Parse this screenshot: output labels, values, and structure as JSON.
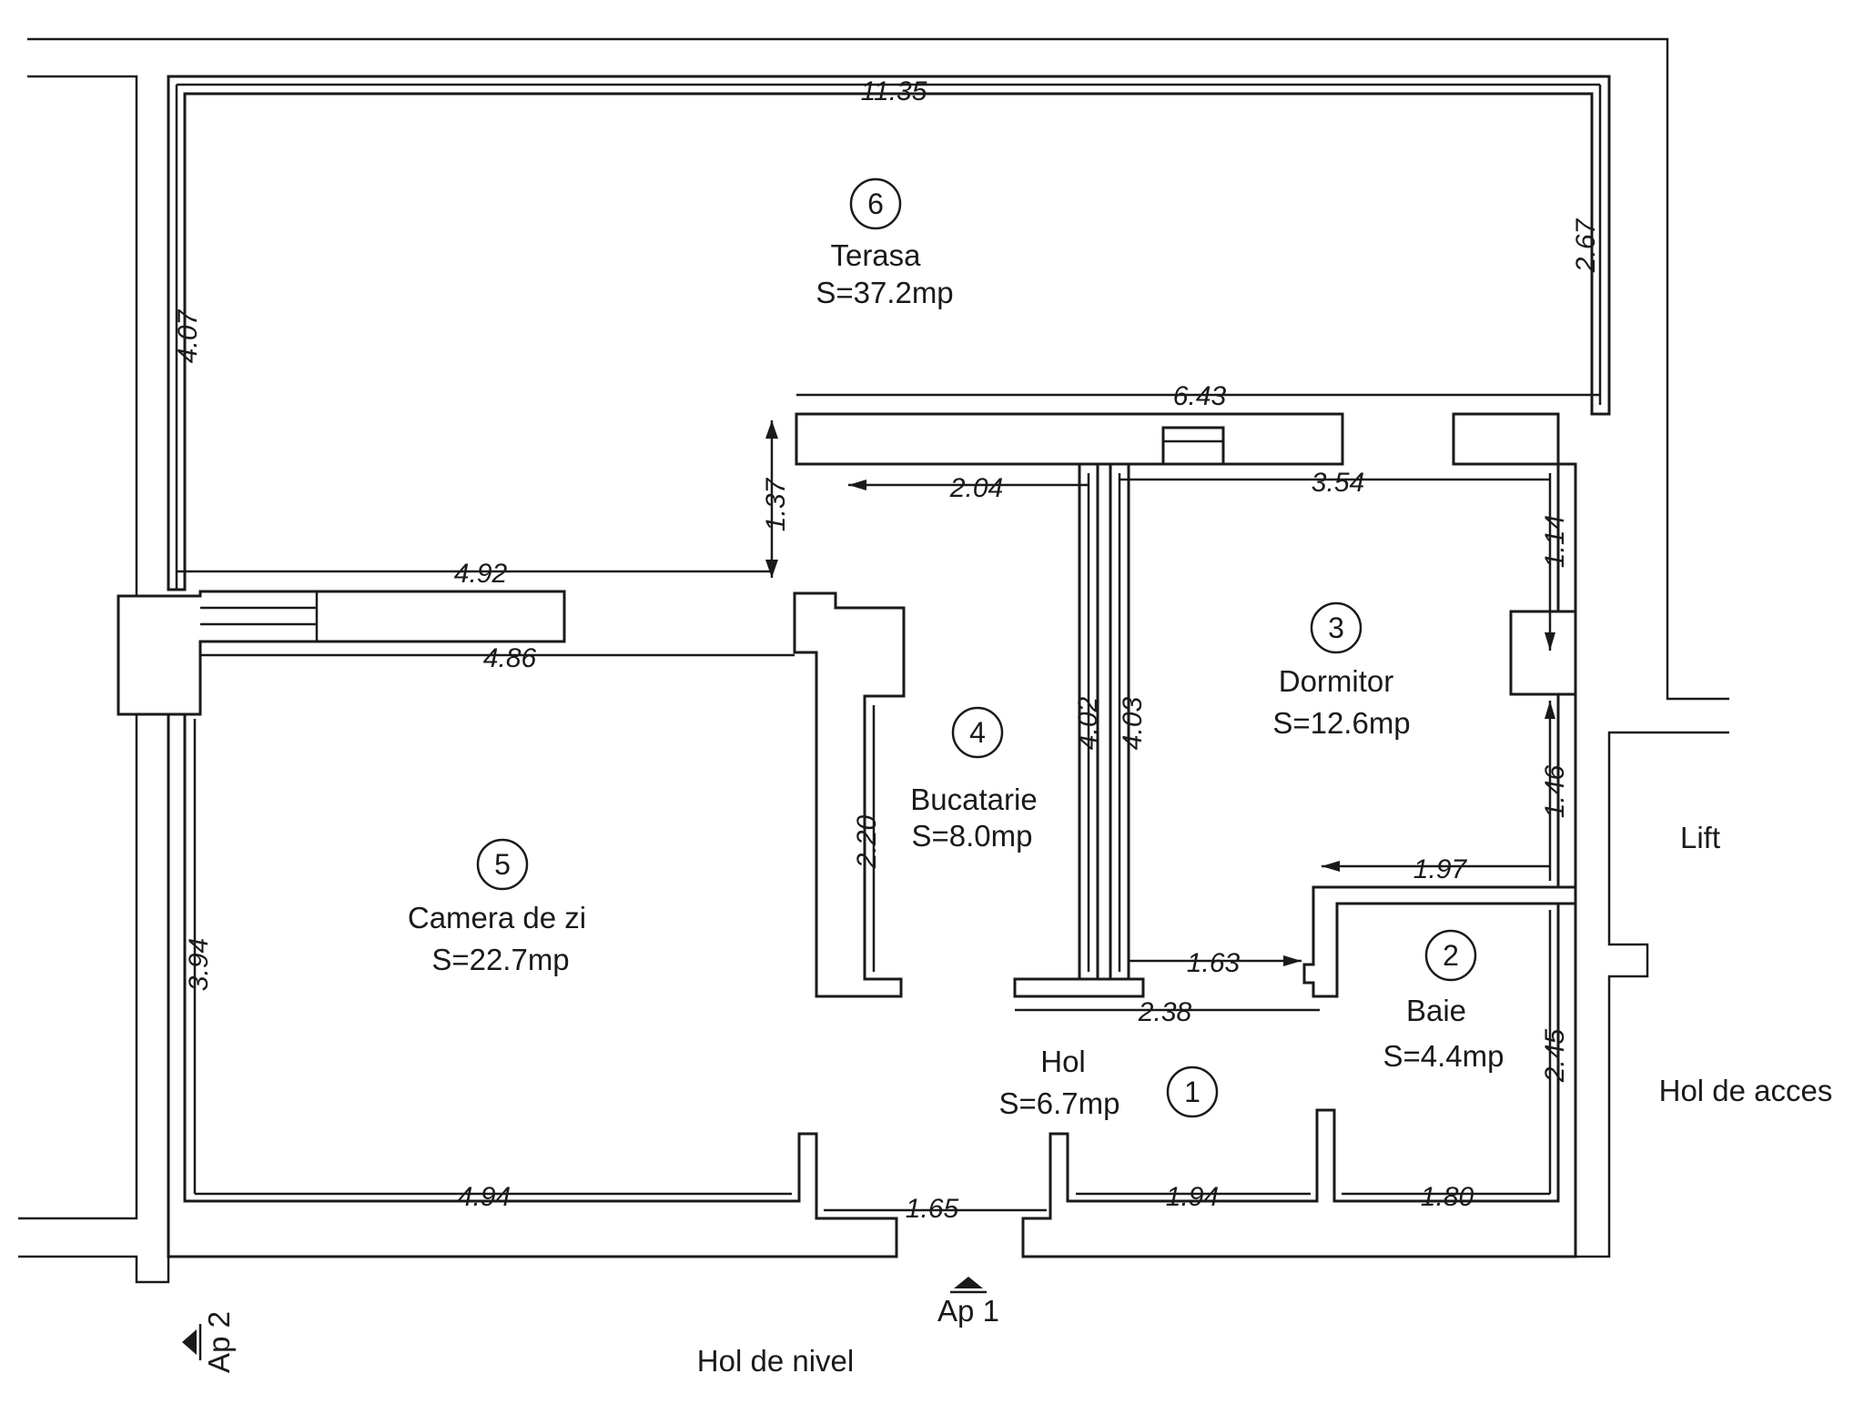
{
  "rooms": [
    {
      "number": "1",
      "name": "Hol",
      "area": "S=6.7mp"
    },
    {
      "number": "2",
      "name": "Baie",
      "area": "S=4.4mp"
    },
    {
      "number": "3",
      "name": "Dormitor",
      "area": "S=12.6mp"
    },
    {
      "number": "4",
      "name": "Bucatarie",
      "area": "S=8.0mp"
    },
    {
      "number": "5",
      "name": "Camera de zi",
      "area": "S=22.7mp"
    },
    {
      "number": "6",
      "name": "Terasa",
      "area": "S=37.2mp"
    }
  ],
  "dimensions": {
    "terrace_width": "11.35",
    "terrace_left_height": "4.07",
    "terrace_right_height": "2.67",
    "terrace_inner_width": "6.43",
    "living_top_wall_upper": "4.92",
    "living_top_wall_lower": "4.86",
    "kitchen_door_height": "1.37",
    "kitchen_top": "2.04",
    "bedroom_top": "3.54",
    "bedroom_right_upper": "1.14",
    "kitchen_right": "4.02",
    "bedroom_left": "4.03",
    "kitchen_left": "2.20",
    "bedroom_right_lower": "1.46",
    "bath_top": "1.97",
    "living_left": "3.94",
    "hall_inner_top": "1.63",
    "hall_inner_bottom": "2.38",
    "bath_right": "2.45",
    "living_bottom": "4.94",
    "entrance": "1.65",
    "hall_bottom": "1.94",
    "bath_bottom": "1.80"
  },
  "outside": {
    "lift": "Lift",
    "access_hall": "Hol de acces",
    "floor_hall": "Hol de nivel",
    "ap1": "Ap 1",
    "ap2": "Ap 2"
  }
}
